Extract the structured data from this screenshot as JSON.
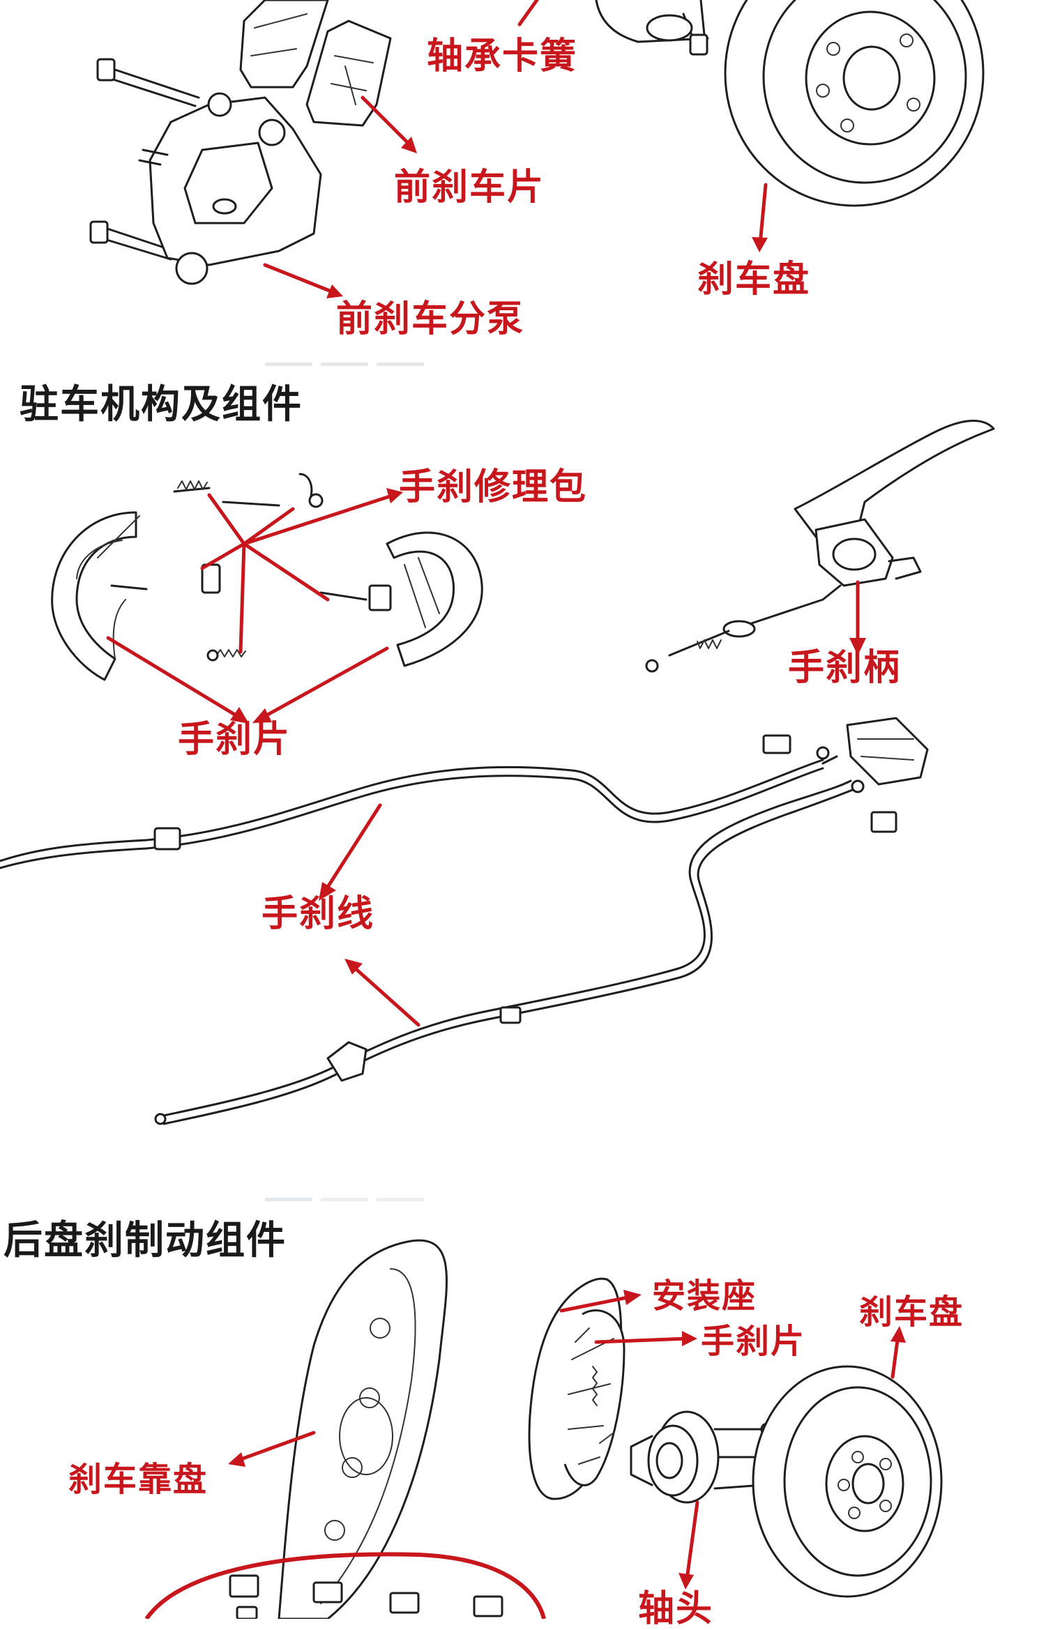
{
  "sections": {
    "parking": {
      "title": "驻车机构及组件"
    },
    "rear_disc": {
      "title": "后盘刹制动组件"
    }
  },
  "labels": {
    "bearing_clip": "轴承卡簧",
    "front_pad": "前刹车片",
    "rotor_top": "刹车盘",
    "front_caliper": "前刹车分泵",
    "hb_repair_kit": "手刹修理包",
    "hb_lever": "手刹柄",
    "hb_shoe": "手刹片",
    "hb_cable": "手刹线",
    "mount_seat": "安装座",
    "hb_shoe_rear": "手刹片",
    "rotor_rear": "刹车盘",
    "backing_plate": "刹车靠盘",
    "spindle": "轴头"
  },
  "colors": {
    "label": "#c8161d",
    "line_art": "#1e1e1e",
    "heading": "#1a1a1a",
    "background": "#ffffff"
  }
}
